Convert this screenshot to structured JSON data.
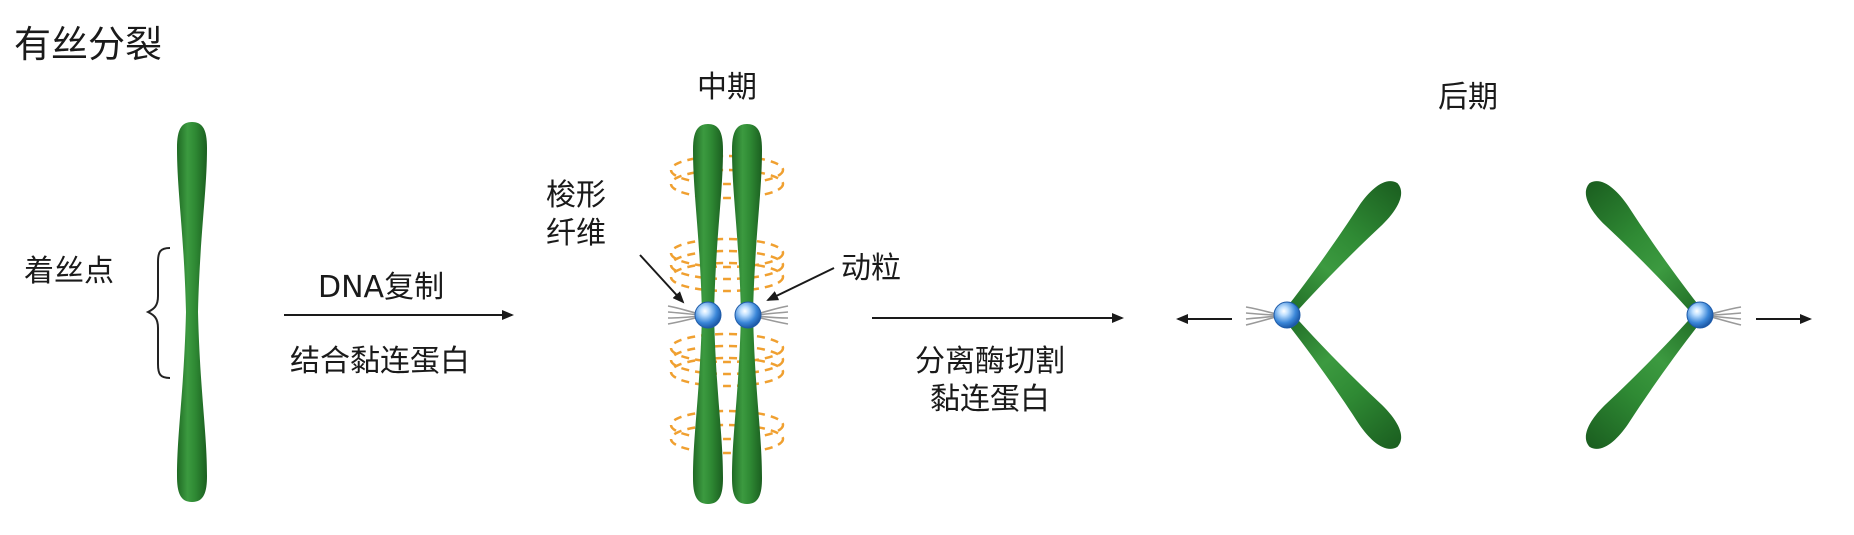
{
  "title": "有丝分裂",
  "labels": {
    "centromere": "着丝点",
    "step1_top": "DNA复制",
    "step1_bottom": "结合黏连蛋白",
    "metaphase": "中期",
    "spindle_line1": "梭形",
    "spindle_line2": "纤维",
    "kinetochore": "动粒",
    "step2_line1": "分离酶切割",
    "step2_line2": "黏连蛋白",
    "anaphase": "后期"
  },
  "colors": {
    "chromatid": "#2f8a34",
    "chromatid_dark": "#1f6a24",
    "spindle": "#f0a030",
    "kinetochore": "#3a86d8",
    "arrow": "#1a1a1a",
    "fiber": "#9a9a9a"
  }
}
